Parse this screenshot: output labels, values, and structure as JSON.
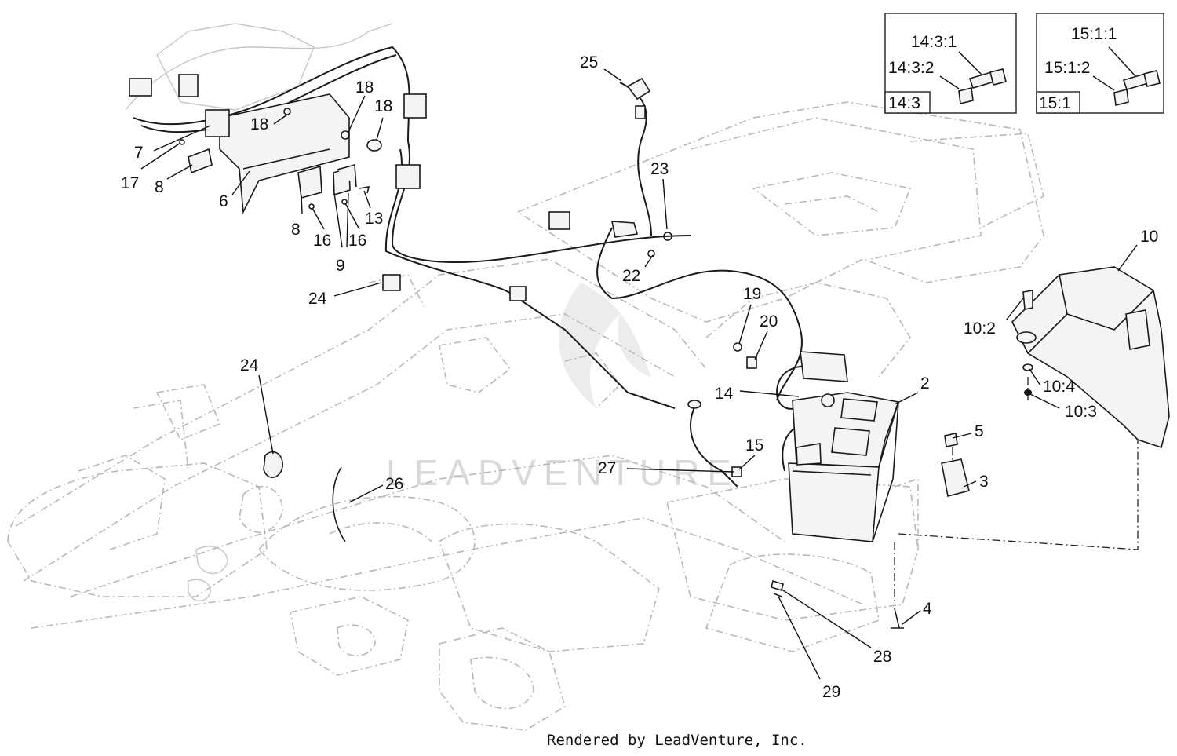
{
  "diagram": {
    "callouts": [
      {
        "id": "c1",
        "text": "25"
      },
      {
        "id": "c2",
        "text": "23"
      },
      {
        "id": "c3",
        "text": "22"
      },
      {
        "id": "c4",
        "text": "18"
      },
      {
        "id": "c5",
        "text": "18"
      },
      {
        "id": "c6",
        "text": "18"
      },
      {
        "id": "c7",
        "text": "7"
      },
      {
        "id": "c8",
        "text": "17"
      },
      {
        "id": "c9",
        "text": "8"
      },
      {
        "id": "c10",
        "text": "6"
      },
      {
        "id": "c11",
        "text": "8"
      },
      {
        "id": "c12",
        "text": "16"
      },
      {
        "id": "c13",
        "text": "9"
      },
      {
        "id": "c14",
        "text": "16"
      },
      {
        "id": "c15",
        "text": "13"
      },
      {
        "id": "c16",
        "text": "24"
      },
      {
        "id": "c17",
        "text": "24"
      },
      {
        "id": "c18",
        "text": "26"
      },
      {
        "id": "c19",
        "text": "19"
      },
      {
        "id": "c20",
        "text": "20"
      },
      {
        "id": "c21",
        "text": "14"
      },
      {
        "id": "c22",
        "text": "15"
      },
      {
        "id": "c23",
        "text": "27"
      },
      {
        "id": "c24",
        "text": "2"
      },
      {
        "id": "c25",
        "text": "10"
      },
      {
        "id": "c26",
        "text": "10:2"
      },
      {
        "id": "c27",
        "text": "10:4"
      },
      {
        "id": "c28",
        "text": "10:3"
      },
      {
        "id": "c29",
        "text": "5"
      },
      {
        "id": "c30",
        "text": "3"
      },
      {
        "id": "c31",
        "text": "4"
      },
      {
        "id": "c32",
        "text": "28"
      },
      {
        "id": "c33",
        "text": "29"
      }
    ],
    "insets": [
      {
        "id": "i1",
        "title": "14:3",
        "labels": [
          "14:3:1",
          "14:3:2"
        ]
      },
      {
        "id": "i2",
        "title": "15:1",
        "labels": [
          "15:1:1",
          "15:1:2"
        ]
      }
    ],
    "watermark": "LEADVENTURE",
    "footer": "Rendered by LeadVenture, Inc."
  }
}
